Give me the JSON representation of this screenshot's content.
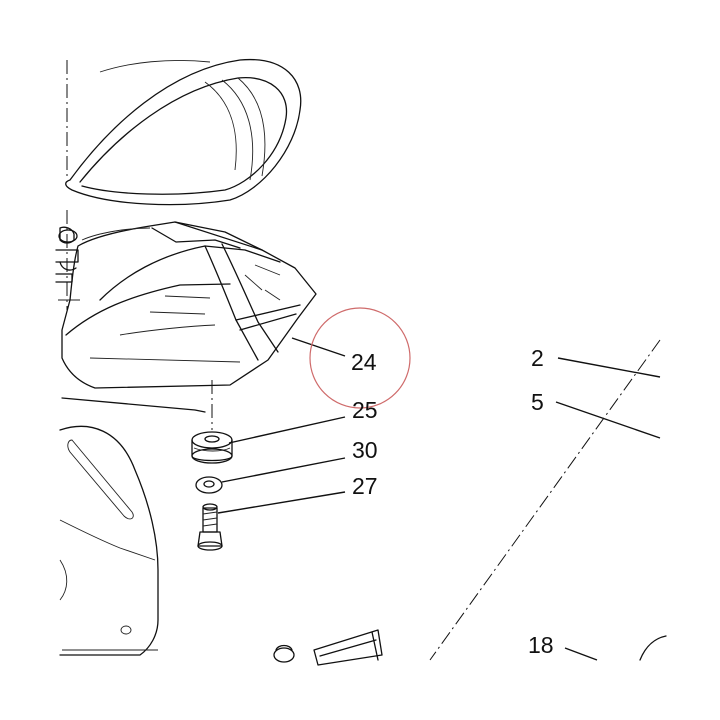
{
  "callouts": [
    {
      "id": "24",
      "label": "24"
    },
    {
      "id": "25",
      "label": "25"
    },
    {
      "id": "30",
      "label": "30"
    },
    {
      "id": "27",
      "label": "27"
    },
    {
      "id": "2",
      "label": "2"
    },
    {
      "id": "5",
      "label": "5"
    },
    {
      "id": "18",
      "label": "18"
    }
  ],
  "highlighted_callout": "24",
  "colors": {
    "line": "#111111",
    "highlight": "#cf6b6b",
    "background": "#ffffff"
  }
}
